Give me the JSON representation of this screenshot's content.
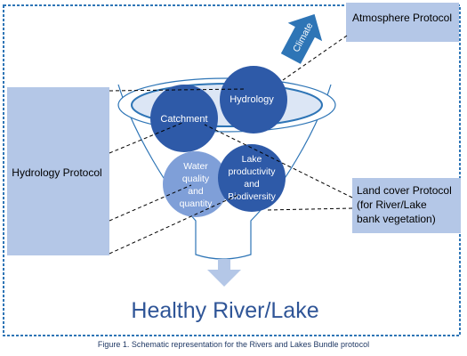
{
  "figure": {
    "caption": "Figure 1. Schematic representation for the Rivers and Lakes Bundle protocol"
  },
  "diagram": {
    "arrow_label": "Climate",
    "circles": {
      "hydrology": "Hydrology",
      "catchment": "Catchment",
      "water_quality": [
        "Water",
        "quality",
        "and",
        "quantity"
      ],
      "lake_productivity": [
        "Lake",
        "productivity",
        "and",
        "Biodiversity"
      ]
    },
    "protocols": {
      "atmosphere": "Atmosphere Protocol",
      "hydrology": "Hydrology Protocol",
      "land_cover": [
        "Land cover Protocol",
        "(for River/Lake",
        "bank vegetation)"
      ]
    },
    "outcome": "Healthy River/Lake"
  },
  "colors": {
    "frame_border": "#2e75b6",
    "protocol_box": "#b4c7e7",
    "dark_circle": "#2e5aa8",
    "light_circle": "#7f9fd8",
    "outcome_text": "#2f5597",
    "arrow_fill": "#b4c7e7"
  }
}
